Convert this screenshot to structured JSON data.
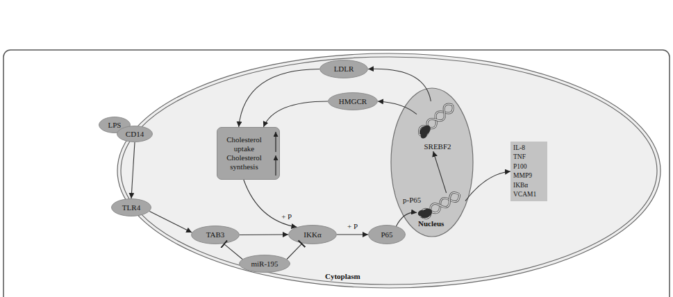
{
  "diagram": {
    "nodes": [
      {
        "text": [
          "Cytoplasm"
        ]
      },
      {
        "text": [
          "LDLR"
        ],
        "in": 0
      },
      {
        "text": [
          "HMGCR"
        ],
        "in": 0
      },
      {
        "text": [
          "LPS"
        ]
      },
      {
        "text": [
          "CD14"
        ]
      },
      {
        "text": [
          "Cholesterol uptake",
          "Cholesterol synthesis"
        ],
        "in": 0
      },
      {
        "text": [
          "Nucleus"
        ],
        "in": 0
      },
      {
        "text": [
          "SREBF2"
        ],
        "in": 6
      },
      {
        "text": [
          "p-P65"
        ],
        "in": 6
      },
      {
        "text": [
          "IL-8",
          "TNF",
          "P100",
          "MMP9",
          "IKBα",
          "VCAM1"
        ],
        "in": 0
      },
      {
        "text": [
          "TLR4"
        ]
      },
      {
        "text": [
          "TAB3"
        ],
        "in": 0
      },
      {
        "text": [
          "IKKα"
        ],
        "in": 0
      },
      {
        "text": [
          "P65"
        ],
        "in": 0
      },
      {
        "text": [
          "miR-195"
        ],
        "in": 0
      }
    ],
    "edges": [
      {
        "from": 4,
        "to": 10,
        "arrow": "to"
      },
      {
        "from": 10,
        "to": 11,
        "arrow": "to"
      },
      {
        "from": 11,
        "to": 12,
        "arrow": "to"
      },
      {
        "from": 12,
        "to": 13,
        "label": "+ P",
        "arrow": "to"
      },
      {
        "from": 13,
        "to": 8,
        "arrow": "to"
      },
      {
        "from": 8,
        "to": 7,
        "arrow": "to"
      },
      {
        "from": 8,
        "to": 9,
        "arrow": "to"
      },
      {
        "from": 7,
        "to": 1,
        "arrow": "to"
      },
      {
        "from": 7,
        "to": 2,
        "arrow": "to"
      },
      {
        "from": 1,
        "to": 5,
        "arrow": "to"
      },
      {
        "from": 2,
        "to": 5,
        "arrow": "to"
      },
      {
        "from": 5,
        "to": 12,
        "label": "+ P",
        "arrow": "to"
      },
      {
        "from": 14,
        "to": 11,
        "arrow": "to"
      },
      {
        "from": 14,
        "to": 12,
        "arrow": "to"
      }
    ]
  }
}
